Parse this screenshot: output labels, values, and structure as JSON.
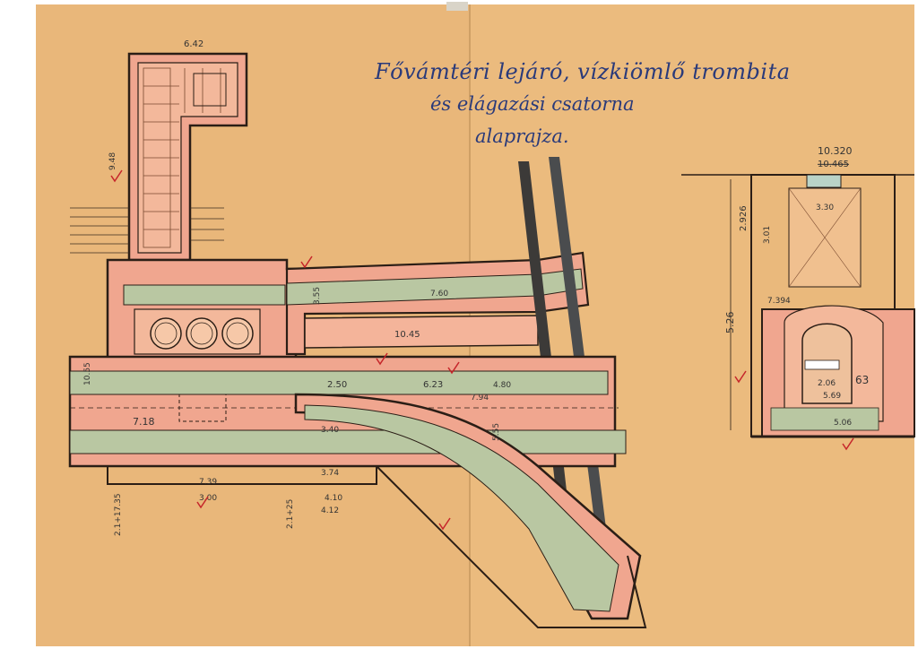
{
  "drawing": {
    "title_line1": "Fővámtéri lejáró, vízkiömlő trombita",
    "title_line2": "és elágazási csatorna",
    "title_line3": "alaprajza."
  },
  "dimensions": {
    "top_width": "6.42",
    "left_height": "9.48",
    "main_width": "10.55",
    "left_span": "7.18",
    "center_a": "2.50",
    "center_b": "6.23",
    "center_c": "7.94",
    "center_d": "4.80",
    "length_a": "3.40",
    "length_b": "3.74",
    "bottom_a": "7.39",
    "bottom_b": "3.00",
    "bottom_c": "4.10",
    "bottom_d": "4.12",
    "upper_a": "3.55",
    "upper_b": "7.60",
    "upper_c": "10.45",
    "channel_a": "5.55",
    "level_a": "2.1+17.35",
    "level_b": "2.1+25",
    "section_top": "10.320",
    "section_top_b": "10.465",
    "section_height": "5.26",
    "section_b": "2.926",
    "section_c": "3.01",
    "section_d": "7.394",
    "section_e": "5.69",
    "section_f": "5.06",
    "section_g": "63",
    "section_h": "2.06",
    "section_i": "3.30"
  },
  "colors": {
    "paper": "#eab97c",
    "paper_light": "#f0c98f",
    "pink_fill": "#f0a68f",
    "green_fill": "#b9c7a2",
    "line": "#2b1e16",
    "red_mark": "#c6262b",
    "title_ink": "#2a3a7a",
    "grey_pipe": "#3c3a38"
  }
}
